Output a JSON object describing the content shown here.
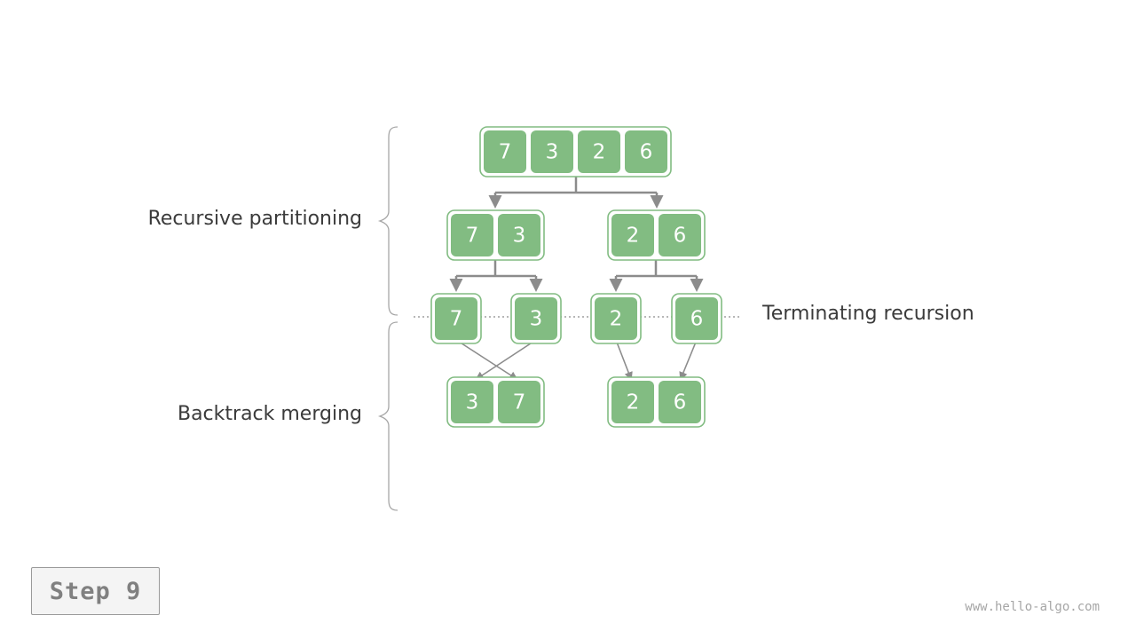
{
  "labels": {
    "recursive": "Recursive partitioning",
    "terminating": "Terminating recursion",
    "backtrack": "Backtrack merging"
  },
  "step": "Step 9",
  "watermark": "www.hello-algo.com",
  "colors": {
    "cell_fill": "#82bc82",
    "cell_border": "#82bc82",
    "arrow": "#8c8c8c",
    "brace": "#a6a6a6",
    "text": "#3b3b3b"
  },
  "levels": {
    "root": [
      "7",
      "3",
      "2",
      "6"
    ],
    "split": [
      [
        "7",
        "3"
      ],
      [
        "2",
        "6"
      ]
    ],
    "leaves": [
      [
        "7"
      ],
      [
        "3"
      ],
      [
        "2"
      ],
      [
        "6"
      ]
    ],
    "merged": [
      [
        "3",
        "7"
      ],
      [
        "2",
        "6"
      ]
    ]
  }
}
